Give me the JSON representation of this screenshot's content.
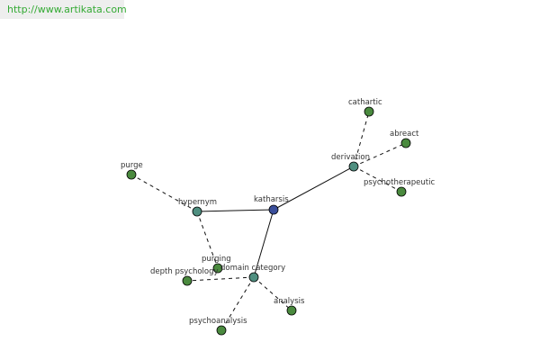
{
  "header": {
    "url": "http://www.artikata.com"
  },
  "colors": {
    "center": "#3a4e9a",
    "relation": "#4f8f80",
    "leaf": "#4a8a3e"
  },
  "graph": {
    "nodes": [
      {
        "id": "katharsis",
        "label": "katharsis",
        "kind": "center"
      },
      {
        "id": "hypernym",
        "label": "hypernym",
        "kind": "relation"
      },
      {
        "id": "derivation",
        "label": "derivation",
        "kind": "relation"
      },
      {
        "id": "domain-category",
        "label": "domain category",
        "kind": "relation"
      },
      {
        "id": "purge",
        "label": "purge",
        "kind": "leaf"
      },
      {
        "id": "purging",
        "label": "purging",
        "kind": "leaf"
      },
      {
        "id": "cathartic",
        "label": "cathartic",
        "kind": "leaf"
      },
      {
        "id": "abreact",
        "label": "abreact",
        "kind": "leaf"
      },
      {
        "id": "psychotherapeutic",
        "label": "psychotherapeutic",
        "kind": "leaf"
      },
      {
        "id": "depth-psychology",
        "label": "depth psychology",
        "kind": "leaf"
      },
      {
        "id": "analysis",
        "label": "analysis",
        "kind": "leaf"
      },
      {
        "id": "psychoanalysis",
        "label": "psychoanalysis",
        "kind": "leaf"
      }
    ],
    "edges": [
      {
        "from": "katharsis",
        "to": "hypernym",
        "style": "solid"
      },
      {
        "from": "katharsis",
        "to": "derivation",
        "style": "solid"
      },
      {
        "from": "katharsis",
        "to": "domain-category",
        "style": "solid"
      },
      {
        "from": "hypernym",
        "to": "purge",
        "style": "dashed"
      },
      {
        "from": "hypernym",
        "to": "purging",
        "style": "dashed"
      },
      {
        "from": "derivation",
        "to": "cathartic",
        "style": "dashed"
      },
      {
        "from": "derivation",
        "to": "abreact",
        "style": "dashed"
      },
      {
        "from": "derivation",
        "to": "psychotherapeutic",
        "style": "dashed"
      },
      {
        "from": "domain-category",
        "to": "depth-psychology",
        "style": "dashed"
      },
      {
        "from": "domain-category",
        "to": "analysis",
        "style": "dashed"
      },
      {
        "from": "domain-category",
        "to": "psychoanalysis",
        "style": "dashed"
      }
    ]
  }
}
